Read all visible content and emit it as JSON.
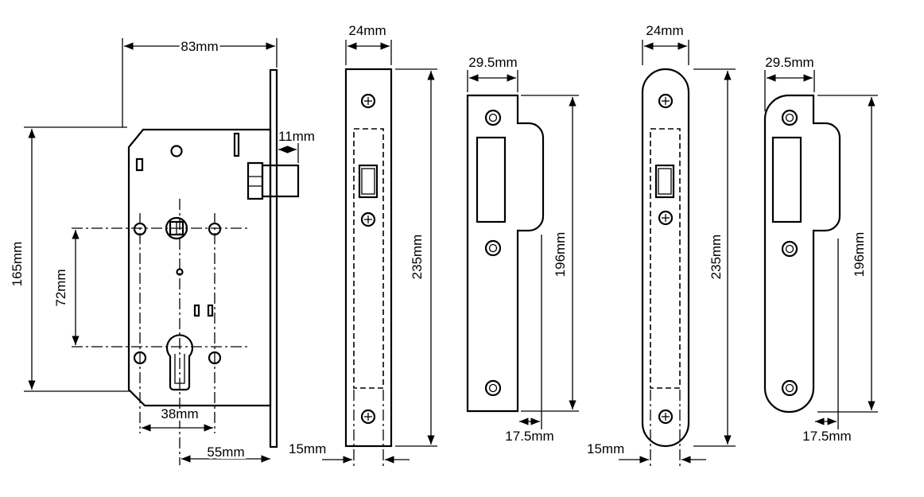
{
  "dimensions": {
    "lock_width": "83mm",
    "lock_height": "165mm",
    "latch_projection": "11mm",
    "centre_distance": "72mm",
    "cylinder_spacing": "38mm",
    "backset": "55mm",
    "faceplate_width": "24mm",
    "faceplate_length": "235mm",
    "faceplate_offset": "15mm",
    "strike_width": "29.5mm",
    "strike_length": "196mm",
    "strike_lip": "17.5mm",
    "round_faceplate_width": "24mm",
    "round_faceplate_length": "235mm",
    "round_faceplate_offset": "15mm",
    "round_strike_width": "29.5mm",
    "round_strike_length": "196mm",
    "round_strike_lip": "17.5mm"
  },
  "colors": {
    "line": "#000000",
    "background": "#ffffff"
  }
}
